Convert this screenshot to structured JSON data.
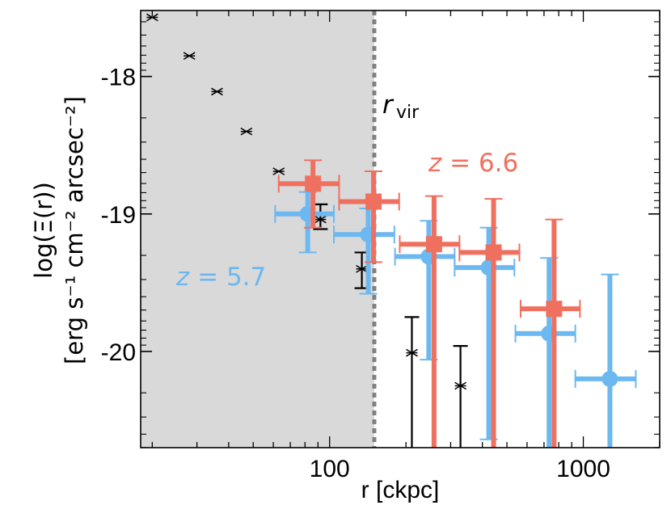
{
  "chart_data": {
    "type": "scatter",
    "title": "",
    "xlabel": "r [ckpc]",
    "ylabel_line1": "log(Ξ(r))",
    "ylabel_line2": "[erg s⁻¹ cm⁻² arcsec⁻²]",
    "xscale": "log",
    "xlim": [
      18,
      2000
    ],
    "ylim": [
      -20.7,
      -17.52
    ],
    "xticks": [
      100,
      1000
    ],
    "xtick_labels": [
      "100",
      "1000"
    ],
    "yticks": [
      -18,
      -19,
      -20
    ],
    "ytick_labels": [
      "-18",
      "-19",
      "-20"
    ],
    "grid": false,
    "legend": "none",
    "shaded_region": {
      "x_from": 18,
      "x_to": 150,
      "color": "#d9d9d9"
    },
    "vline": {
      "x": 150,
      "style": "dotted",
      "color": "#808080",
      "label": "r",
      "label_sub": "vir"
    },
    "annotations": [
      {
        "text": "z = 6.6",
        "color": "#f07060",
        "x": 530,
        "y": 212
      },
      {
        "text": "z = 5.7",
        "color": "#6cb8f0",
        "x": 218,
        "y": 353
      }
    ],
    "series": [
      {
        "name": "z = 6.6",
        "color": "#f07060",
        "marker": "square",
        "points": [
          {
            "x": 86,
            "y": -18.78,
            "xlo": 63,
            "xhi": 109,
            "ylo": -19.1,
            "yhi": -18.61
          },
          {
            "x": 149,
            "y": -18.91,
            "xlo": 109,
            "xhi": 188,
            "ylo": -19.35,
            "yhi": -18.69
          },
          {
            "x": 258,
            "y": -19.22,
            "xlo": 189,
            "xhi": 325,
            "ylo": -20.7,
            "yhi": -18.87
          },
          {
            "x": 443,
            "y": -19.28,
            "xlo": 325,
            "xhi": 560,
            "ylo": -20.7,
            "yhi": -18.89
          },
          {
            "x": 767,
            "y": -19.69,
            "xlo": 566,
            "xhi": 970,
            "ylo": -20.7,
            "yhi": -19.04
          }
        ]
      },
      {
        "name": "z = 5.7",
        "color": "#6cb8f0",
        "marker": "circle",
        "points": [
          {
            "x": 82,
            "y": -19.0,
            "xlo": 61,
            "xhi": 104,
            "ylo": -19.28,
            "yhi": -18.84
          },
          {
            "x": 142,
            "y": -19.15,
            "xlo": 104,
            "xhi": 180,
            "ylo": -19.58,
            "yhi": -18.96
          },
          {
            "x": 246,
            "y": -19.31,
            "xlo": 181,
            "xhi": 311,
            "ylo": -20.06,
            "yhi": -19.05
          },
          {
            "x": 424,
            "y": -19.39,
            "xlo": 311,
            "xhi": 535,
            "ylo": -20.64,
            "yhi": -19.1
          },
          {
            "x": 733,
            "y": -19.87,
            "xlo": 540,
            "xhi": 930,
            "ylo": -20.7,
            "yhi": -19.32
          },
          {
            "x": 1273,
            "y": -20.2,
            "xlo": 930,
            "xhi": 1610,
            "ylo": -20.7,
            "yhi": -19.44
          }
        ]
      },
      {
        "name": "reference",
        "color": "#000000",
        "marker": "x",
        "points": [
          {
            "x": 20,
            "y": -17.57
          },
          {
            "x": 28,
            "y": -17.85
          },
          {
            "x": 36,
            "y": -18.11
          },
          {
            "x": 47,
            "y": -18.4
          },
          {
            "x": 63,
            "y": -18.69
          },
          {
            "x": 92,
            "y": -19.04,
            "ylo": -19.11,
            "yhi": -18.93
          },
          {
            "x": 134,
            "y": -19.4,
            "ylo": -19.54,
            "yhi": -19.28
          },
          {
            "x": 211,
            "y": -20.01,
            "ylo": -20.7,
            "yhi": -19.75
          },
          {
            "x": 328,
            "y": -20.25,
            "ylo": -20.7,
            "yhi": -19.96
          }
        ]
      }
    ]
  }
}
